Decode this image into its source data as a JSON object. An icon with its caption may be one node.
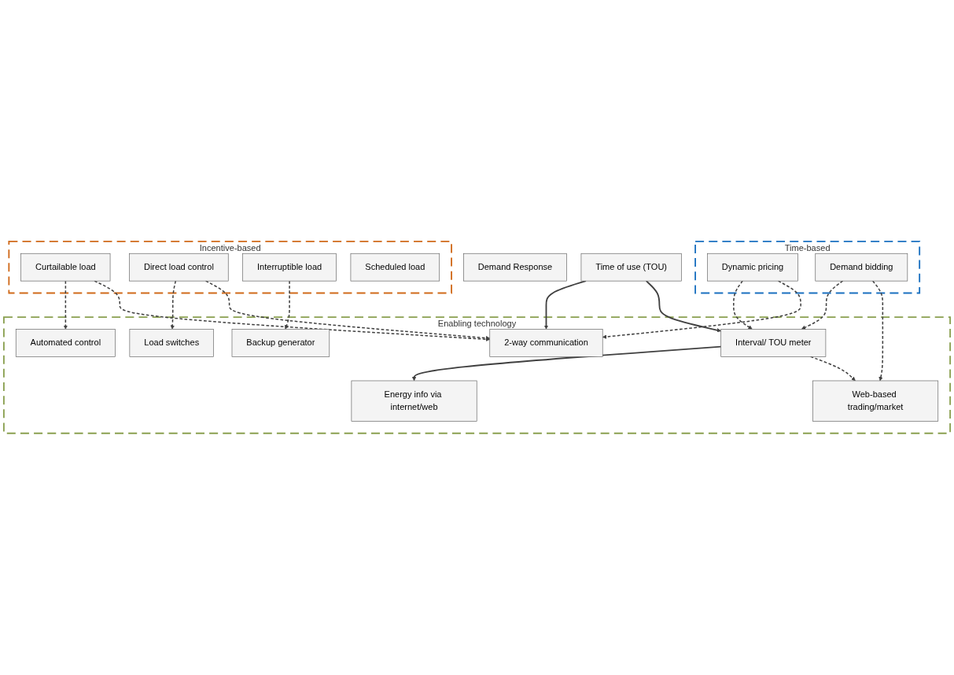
{
  "diagram": {
    "nodes": [
      {
        "text": [
          "Demand Response"
        ]
      },
      {
        "text": [
          "Incentive-based"
        ]
      },
      {
        "text": [
          "Time-based"
        ]
      },
      {
        "text": [
          "Curtailable load"
        ],
        "in": 1
      },
      {
        "text": [
          "Time of use (TOU)"
        ]
      },
      {
        "text": [
          "Dynamic pricing"
        ],
        "in": 2
      },
      {
        "text": [
          "Direct load control"
        ],
        "in": 1
      },
      {
        "text": [
          "Interruptible load"
        ],
        "in": 1
      },
      {
        "text": [
          "Demand bidding"
        ],
        "in": 2
      },
      {
        "text": [
          "Scheduled load"
        ],
        "in": 1
      },
      {
        "text": [
          "Enabling technology"
        ]
      },
      {
        "text": [
          "Load switches"
        ],
        "in": 10
      },
      {
        "text": [
          "2-way communication"
        ],
        "in": 10
      },
      {
        "text": [
          "Interval/ TOU meter"
        ],
        "in": 10
      },
      {
        "text": [
          "Web-based trading/market"
        ],
        "in": 10
      },
      {
        "text": [
          "Automated control"
        ],
        "in": 10
      },
      {
        "text": [
          "Backup generator"
        ],
        "in": 10
      },
      {
        "text": [
          "Energy info via internet/web"
        ],
        "in": 10
      }
    ],
    "edges": [
      {
        "from": 6,
        "to": 11,
        "arrow": "to",
        "style": "dashed"
      },
      {
        "from": 6,
        "to": 12,
        "arrow": "to",
        "style": "dashed"
      },
      {
        "from": 3,
        "to": 15,
        "arrow": "to",
        "style": "dashed"
      },
      {
        "from": 3,
        "to": 12,
        "arrow": "to",
        "style": "dashed"
      },
      {
        "from": 7,
        "to": 16,
        "arrow": "to",
        "style": "dashed"
      },
      {
        "from": 4,
        "to": 12,
        "arrow": "to"
      },
      {
        "from": 4,
        "to": 13,
        "arrow": "to"
      },
      {
        "from": 5,
        "to": 13,
        "arrow": "to",
        "style": "dashed"
      },
      {
        "from": 8,
        "to": 13,
        "arrow": "to",
        "style": "dashed"
      },
      {
        "from": 5,
        "to": 12,
        "arrow": "to",
        "style": "dashed"
      },
      {
        "from": 8,
        "to": 14,
        "arrow": "to",
        "style": "dashed"
      },
      {
        "from": 13,
        "to": 17,
        "arrow": "to"
      },
      {
        "from": 13,
        "to": 14,
        "arrow": "to",
        "style": "dashed"
      }
    ]
  }
}
